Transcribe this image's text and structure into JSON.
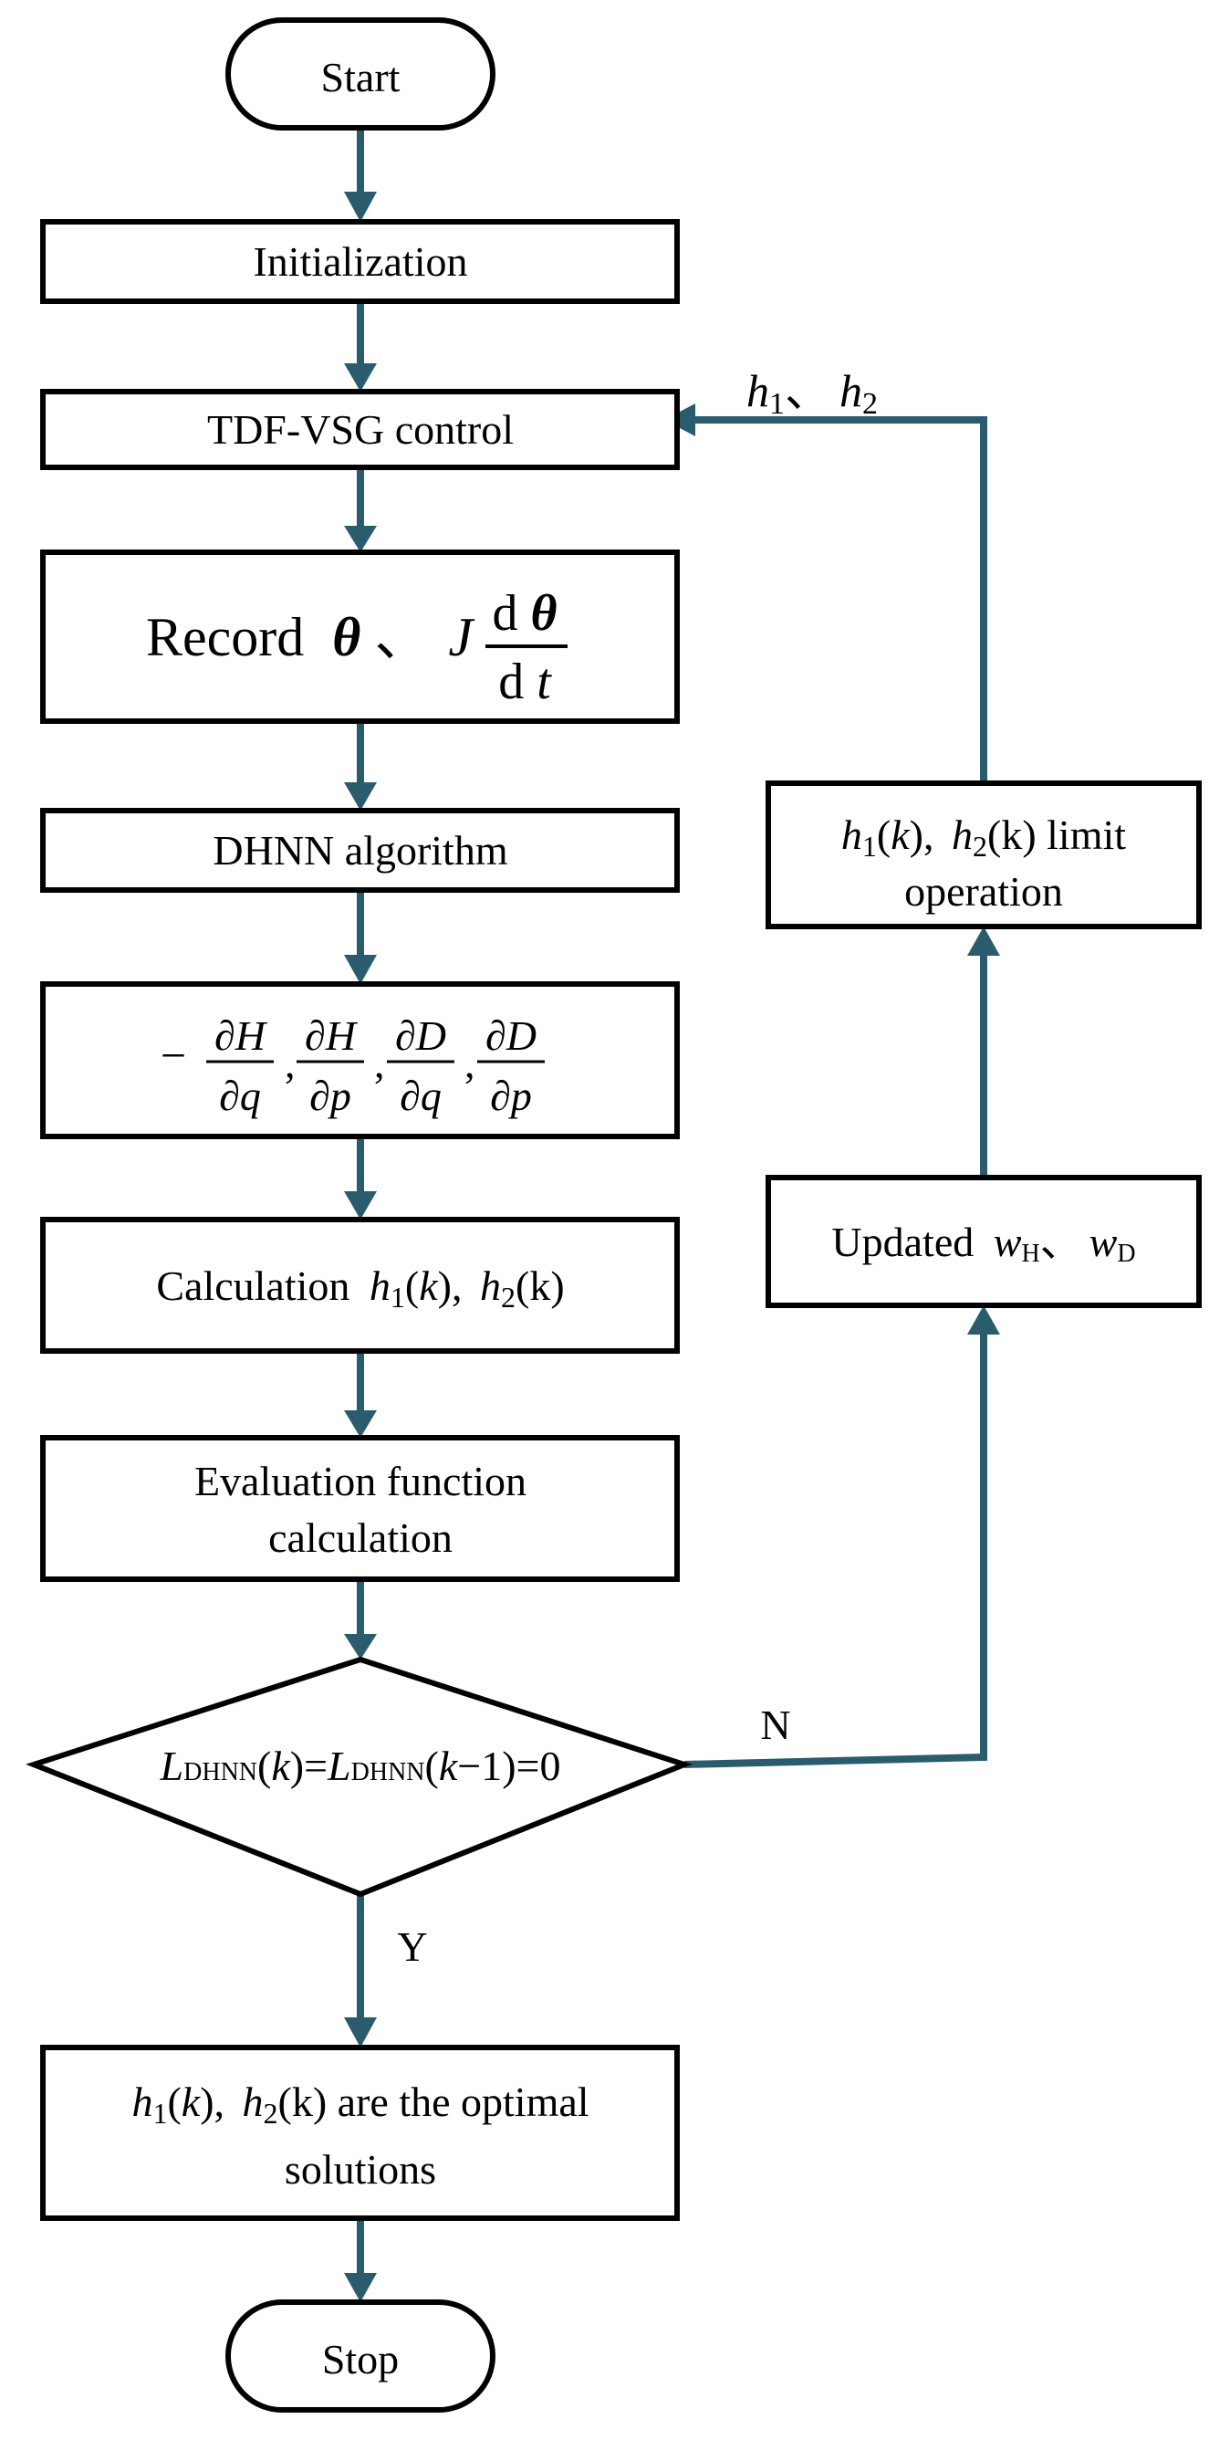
{
  "colors": {
    "arrow": "#2b5c6e",
    "box_stroke": "#000000",
    "background": "#ffffff"
  },
  "nodes": {
    "start": {
      "label": "Start"
    },
    "initialization": {
      "label": "Initialization"
    },
    "tdf_vsg": {
      "label": "TDF-VSG control"
    },
    "record": {
      "label": "Record",
      "theta": "θ",
      "sep": "、",
      "j": "J",
      "frac_num_d": "d",
      "frac_num_theta": "θ",
      "frac_den_d": "d",
      "frac_den_t": "t"
    },
    "dhnn_algorithm": {
      "label": "DHNN algorithm"
    },
    "partials": {
      "minus": "−",
      "comma": ",",
      "d": "∂",
      "H": "H",
      "D": "D",
      "q": "q",
      "p": "p"
    },
    "calculation": {
      "label": "Calculation",
      "h": "h",
      "sub1": "1",
      "sub2": "2",
      "open": "(",
      "k_italic": "k",
      "k_roman": "k",
      "close": ")",
      "comma": ", "
    },
    "evaluation": {
      "line1": "Evaluation function",
      "line2": "calculation"
    },
    "decision": {
      "L": "L",
      "sub": "DHNN",
      "open": "(",
      "k": "k",
      "mid": ")=",
      "k2": "k",
      "tail": "−1)=0"
    },
    "optimal": {
      "line1_tail": " are the optimal",
      "line2": "solutions"
    },
    "stop": {
      "label": "Stop"
    },
    "limit": {
      "line1_tail": " limit",
      "line2": "operation"
    },
    "updated": {
      "label": "Updated",
      "w": "w",
      "subH": "H",
      "subD": "D",
      "sep": "、"
    }
  },
  "edges": {
    "no_label": "N",
    "yes_label": "Y",
    "feedback": {
      "h": "h",
      "sub1": "1",
      "sep": "、",
      "sub2": "2"
    }
  }
}
